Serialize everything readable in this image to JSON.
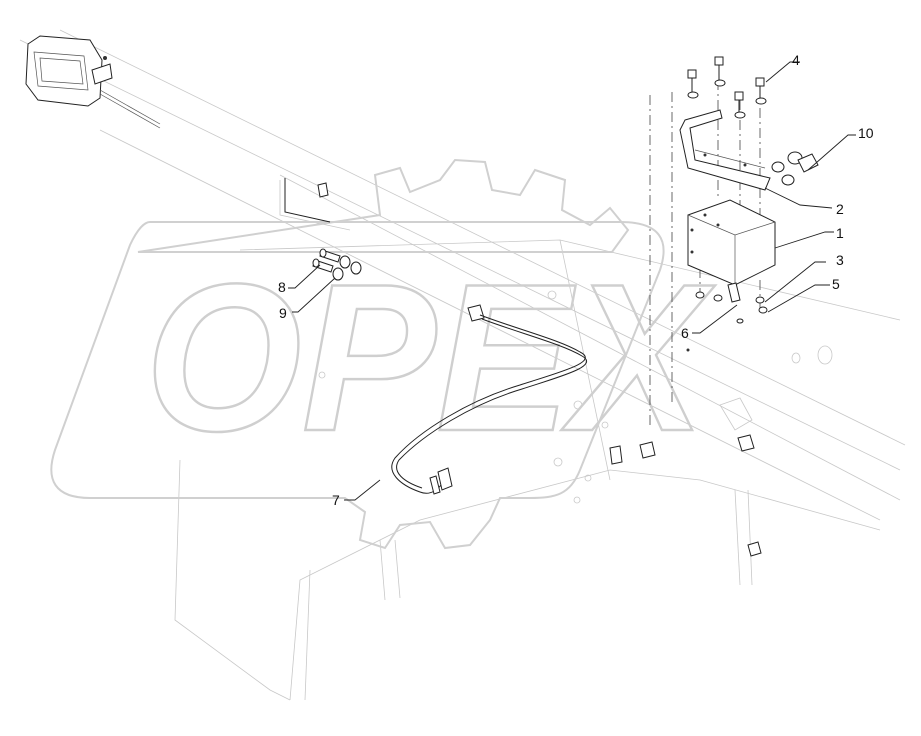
{
  "watermark": {
    "text": "OPEX",
    "color": "#d4d4d4"
  },
  "callouts": [
    {
      "id": "callout-1",
      "label": "1"
    },
    {
      "id": "callout-2",
      "label": "2"
    },
    {
      "id": "callout-3",
      "label": "3"
    },
    {
      "id": "callout-4",
      "label": "4"
    },
    {
      "id": "callout-5",
      "label": "5"
    },
    {
      "id": "callout-6",
      "label": "6"
    },
    {
      "id": "callout-7",
      "label": "7"
    },
    {
      "id": "callout-8",
      "label": "8"
    },
    {
      "id": "callout-9",
      "label": "9"
    },
    {
      "id": "callout-10",
      "label": "10"
    }
  ]
}
